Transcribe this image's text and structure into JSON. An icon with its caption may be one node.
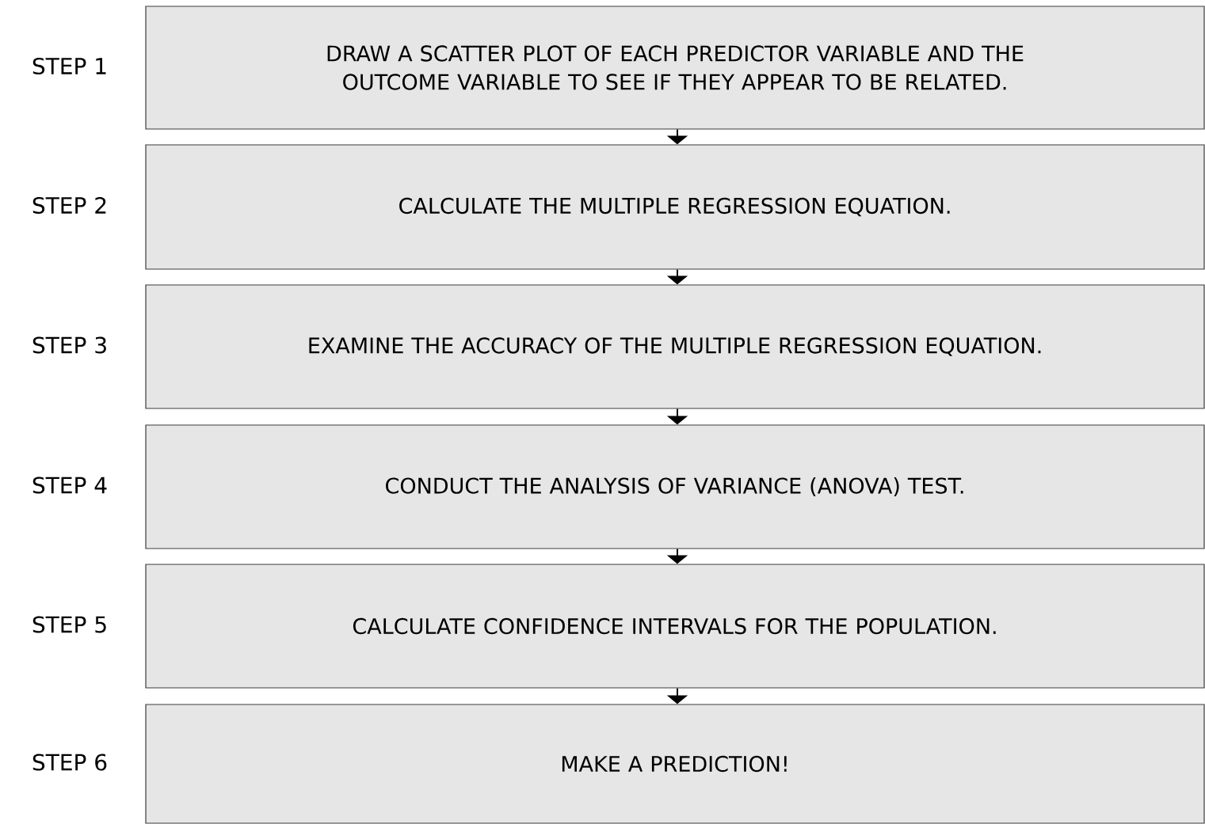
{
  "diagram": {
    "nodes": [
      {
        "text": [
          "DRAW A SCATTER PLOT OF EACH PREDICTOR VARIABLE AND THE OUTCOME VARIABLE TO SEE IF THEY APPEAR TO BE RELATED."
        ],
        "beside": [
          "STEP 1"
        ]
      },
      {
        "text": [
          "CALCULATE THE MULTIPLE REGRESSION EQUATION."
        ],
        "beside": [
          "STEP 2"
        ]
      },
      {
        "text": [
          "EXAMINE THE ACCURACY OF THE MULTIPLE REGRESSION EQUATION."
        ],
        "beside": [
          "STEP 3"
        ]
      },
      {
        "text": [
          "CONDUCT THE ANALYSIS OF VARIANCE (ANOVA) TEST."
        ],
        "beside": [
          "STEP 4"
        ]
      },
      {
        "text": [
          "CALCULATE CONFIDENCE INTERVALS FOR THE POPULATION."
        ],
        "beside": [
          "STEP 5"
        ]
      },
      {
        "text": [
          "MAKE A PREDICTION!"
        ],
        "beside": [
          "STEP 6"
        ]
      }
    ],
    "edges": [
      {
        "from": 0,
        "to": 1,
        "arrow": "to"
      },
      {
        "from": 1,
        "to": 2,
        "arrow": "to"
      },
      {
        "from": 2,
        "to": 3,
        "arrow": "to"
      },
      {
        "from": 3,
        "to": 4,
        "arrow": "to"
      },
      {
        "from": 4,
        "to": 5,
        "arrow": "to"
      }
    ]
  }
}
